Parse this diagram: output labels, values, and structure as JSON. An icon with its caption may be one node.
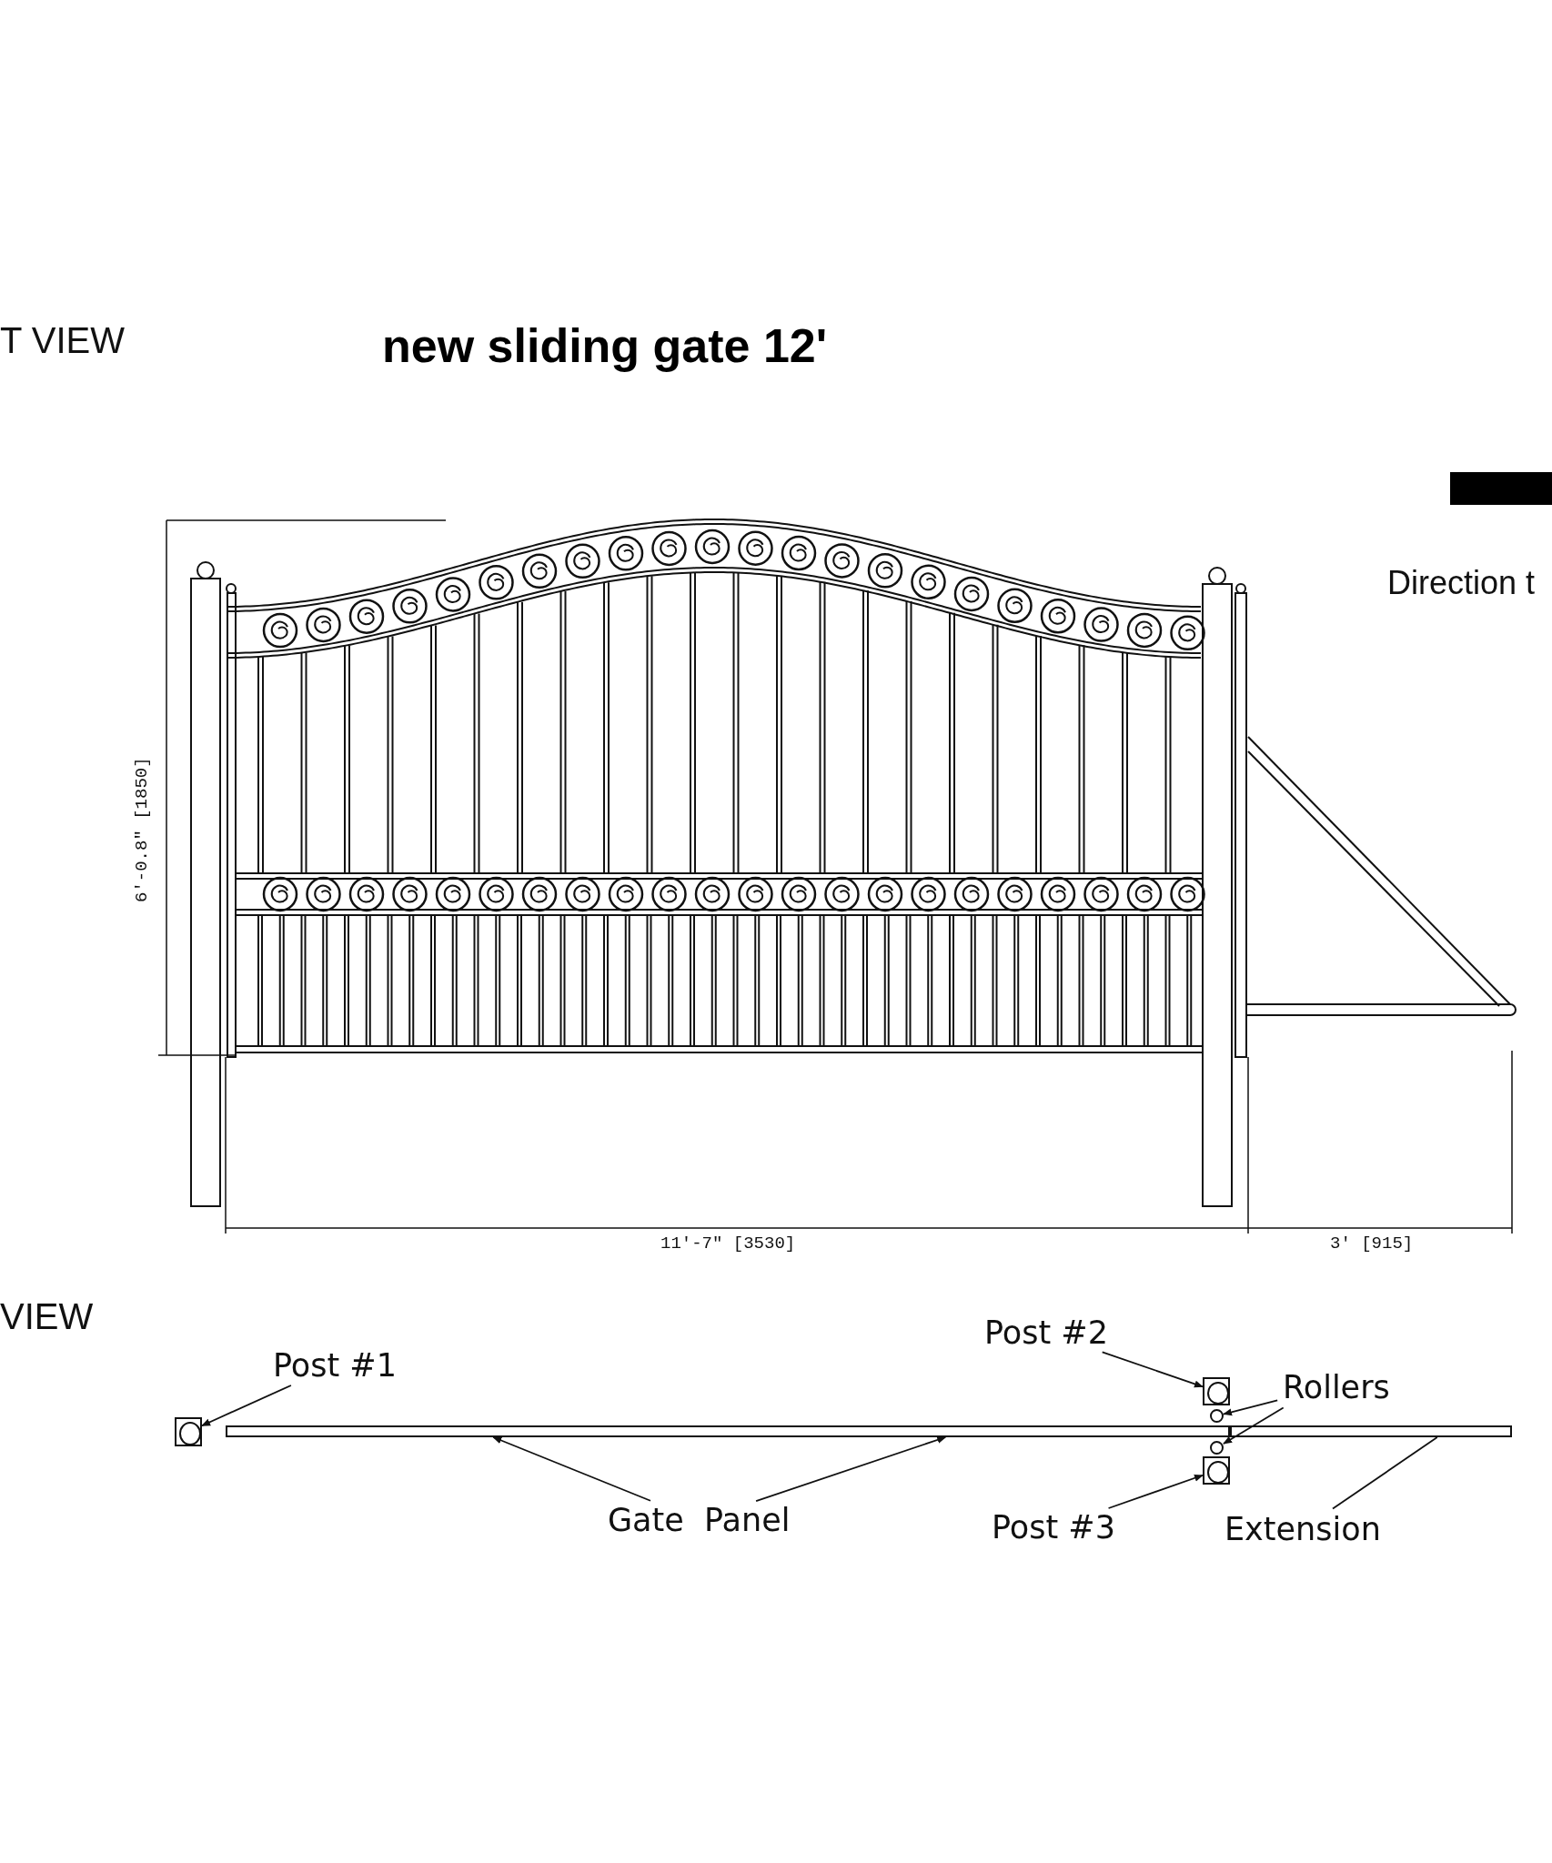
{
  "diagram": {
    "title": "new sliding gate 12'",
    "nodes": [
      {
        "text": [
          "Post #1"
        ]
      },
      {
        "text": [],
        "shape": "box"
      },
      {
        "text": [
          "Post #2"
        ]
      },
      {
        "text": [],
        "shape": "box"
      },
      {
        "text": [
          "Rollers"
        ]
      },
      {
        "text": [],
        "shape": "circle"
      },
      {
        "text": [],
        "shape": "circle"
      },
      {
        "text": [
          "Gate  Panel"
        ]
      },
      {
        "text": [],
        "shape": "bar"
      },
      {
        "text": [
          "Post #3"
        ]
      },
      {
        "text": [],
        "shape": "box"
      },
      {
        "text": [
          "Extension"
        ]
      },
      {
        "text": [],
        "shape": "bar"
      }
    ],
    "edges": [
      {
        "from": 0,
        "to": 1,
        "arrow": "to"
      },
      {
        "from": 2,
        "to": 3,
        "arrow": "to"
      },
      {
        "from": 4,
        "to": 5,
        "arrow": "to"
      },
      {
        "from": 4,
        "to": 6,
        "arrow": "to"
      },
      {
        "from": 7,
        "to": 8,
        "arrow": "to"
      },
      {
        "from": 7,
        "to": 8,
        "arrow": "to"
      },
      {
        "from": 9,
        "to": 10,
        "arrow": "to"
      },
      {
        "from": 11,
        "to": 12,
        "arrow": "none"
      }
    ],
    "labels": [
      "T VIEW",
      "Direction t",
      "6'-0.8\" [1850]",
      "11'-7\" [3530]",
      "3' [915]",
      "VIEW"
    ]
  }
}
